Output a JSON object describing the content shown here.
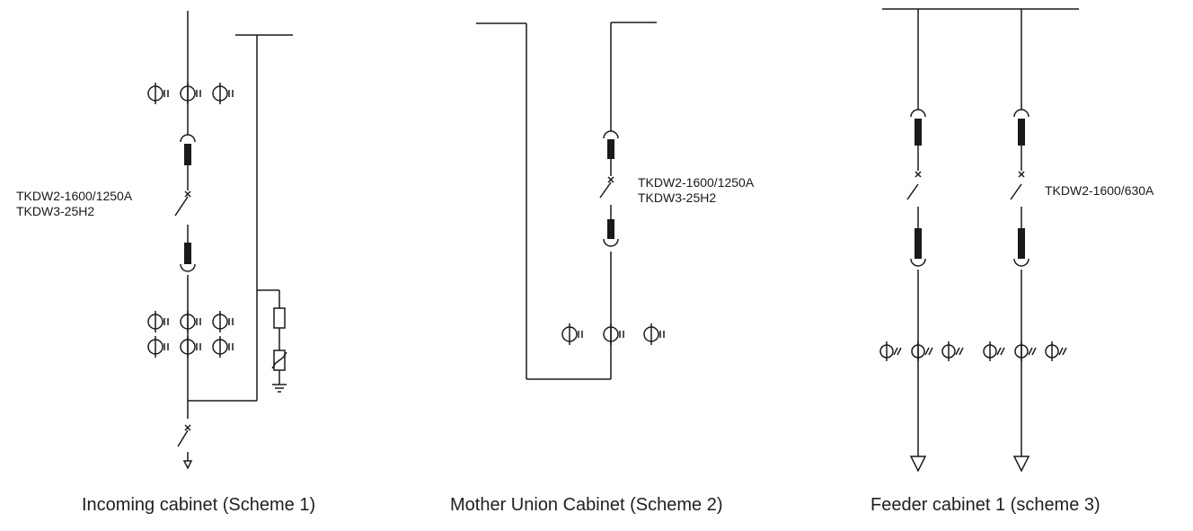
{
  "diagram": {
    "line_color": "#1a1a1a",
    "background": "#ffffff",
    "cabinets": [
      {
        "caption": "Incoming cabinet (Scheme 1)",
        "model_lines": [
          "TKDW2-1600/1250A",
          "TKDW3-25H2"
        ]
      },
      {
        "caption": "Mother Union Cabinet (Scheme 2)",
        "model_lines": [
          "TKDW2-1600/1250A",
          "TKDW3-25H2"
        ]
      },
      {
        "caption": "Feeder cabinet 1 (scheme 3)",
        "model_lines": [
          "TKDW2-1600/630A"
        ]
      }
    ]
  }
}
